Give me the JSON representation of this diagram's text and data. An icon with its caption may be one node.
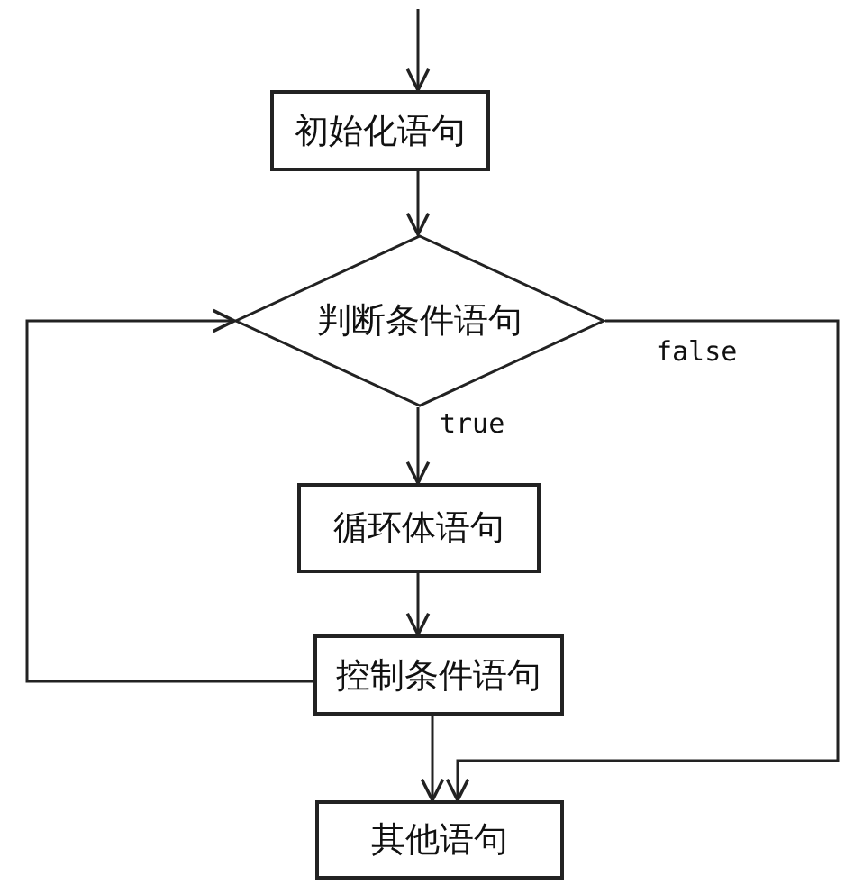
{
  "diagram": {
    "nodes": [
      {
        "text": [
          "初始化语句"
        ]
      },
      {
        "text": [
          "判断条件语句"
        ]
      },
      {
        "text": [
          "循环体语句"
        ]
      },
      {
        "text": [
          "控制条件语句"
        ]
      },
      {
        "text": [
          "其他语句"
        ]
      }
    ],
    "edges": [
      {
        "from": null,
        "to": 0,
        "arrow": "to"
      },
      {
        "from": 0,
        "to": 1,
        "arrow": "to"
      },
      {
        "from": 1,
        "to": 2,
        "arrow": "to",
        "label": "true"
      },
      {
        "from": 2,
        "to": 3,
        "arrow": "to"
      },
      {
        "from": 3,
        "to": 1,
        "arrow": "to"
      },
      {
        "from": 1,
        "to": 4,
        "arrow": "to",
        "label": "false"
      },
      {
        "from": 3,
        "to": 4,
        "arrow": "to"
      }
    ]
  }
}
